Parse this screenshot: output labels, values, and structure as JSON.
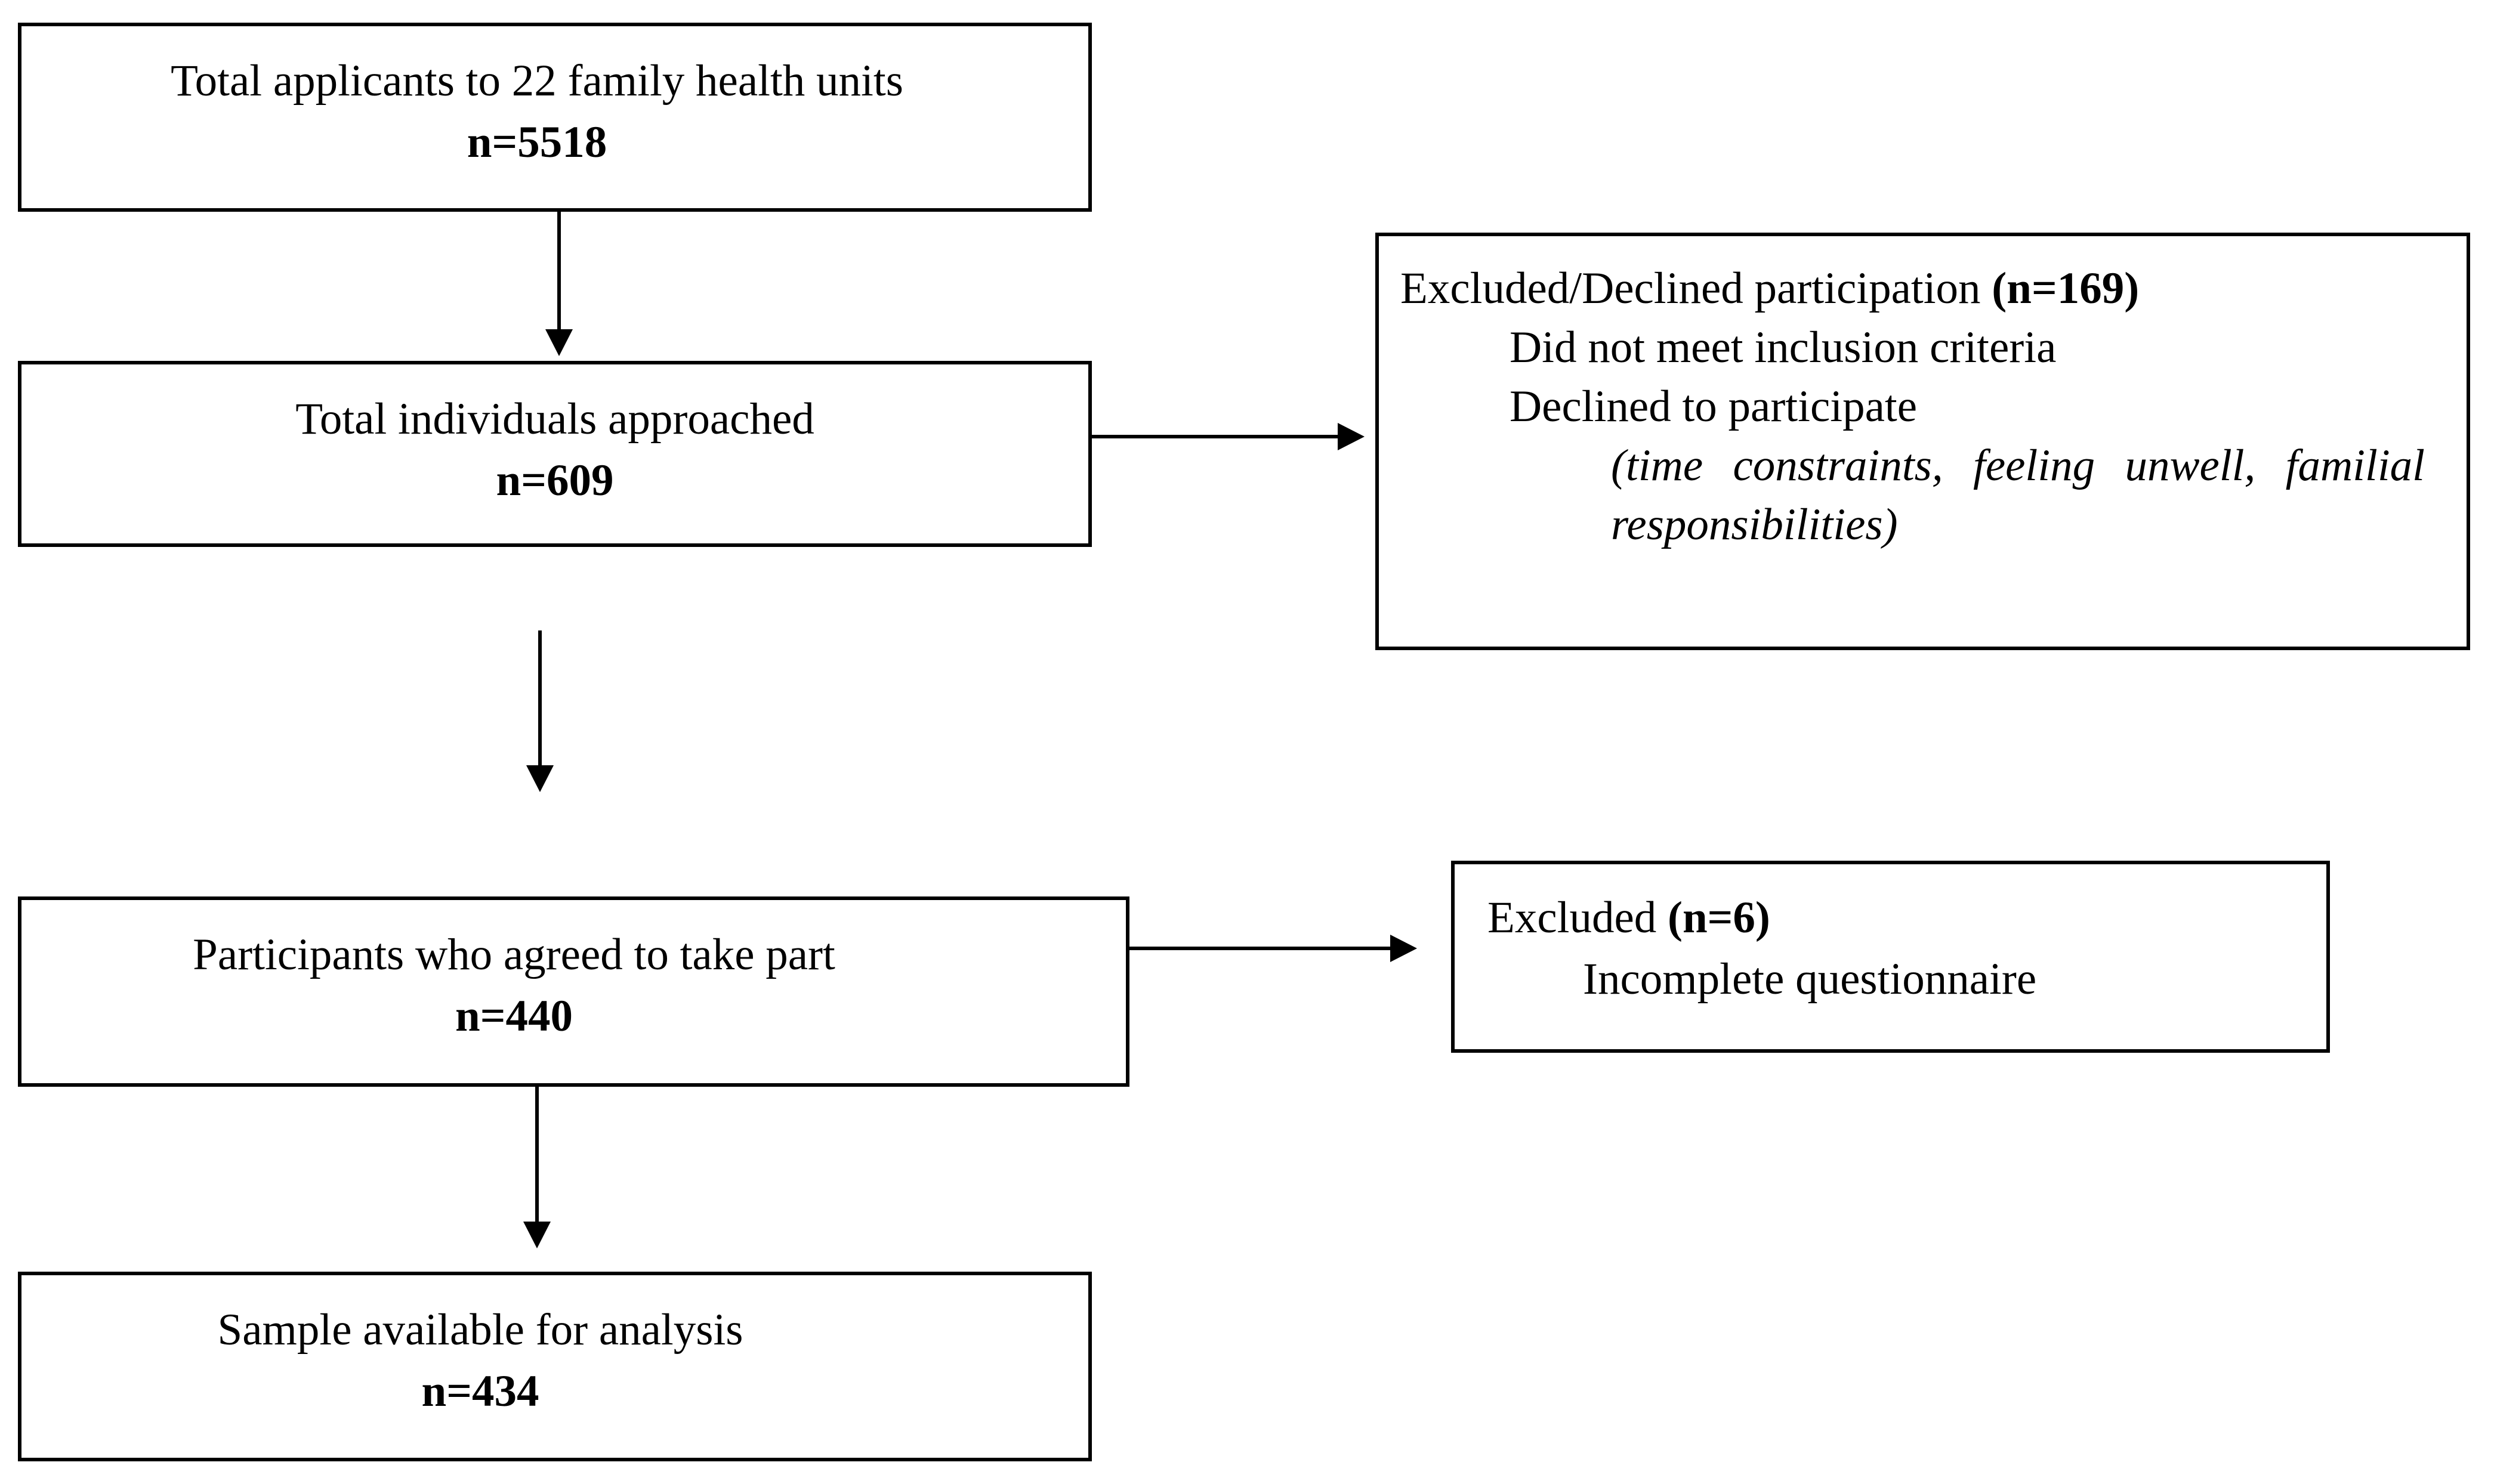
{
  "flowchart": {
    "main_boxes": [
      {
        "id": "applicants",
        "title": "Total applicants to 22 family health units",
        "count": "n=5518"
      },
      {
        "id": "approached",
        "title": "Total individuals approached",
        "count": "n=609"
      },
      {
        "id": "agreed",
        "title": "Participants who agreed to take part",
        "count": "n=440"
      },
      {
        "id": "sample",
        "title": "Sample available for analysis",
        "count": "n=434"
      }
    ],
    "side_boxes": [
      {
        "id": "excluded-declined",
        "title_text": "Excluded/Declined participation ",
        "title_count": "(n=169)",
        "reason_1": "Did not meet inclusion criteria",
        "reason_2": "Declined to participate",
        "note_line_1": "(time constraints, feeling unwell, familial",
        "note_line_2": "responsibilities)"
      },
      {
        "id": "excluded-incomplete",
        "title_text": "Excluded ",
        "title_count": "(n=6)",
        "reason_1": "Incomplete questionnaire"
      }
    ],
    "colors": {
      "line": "#000000",
      "background": "#ffffff",
      "text": "#000000"
    }
  }
}
